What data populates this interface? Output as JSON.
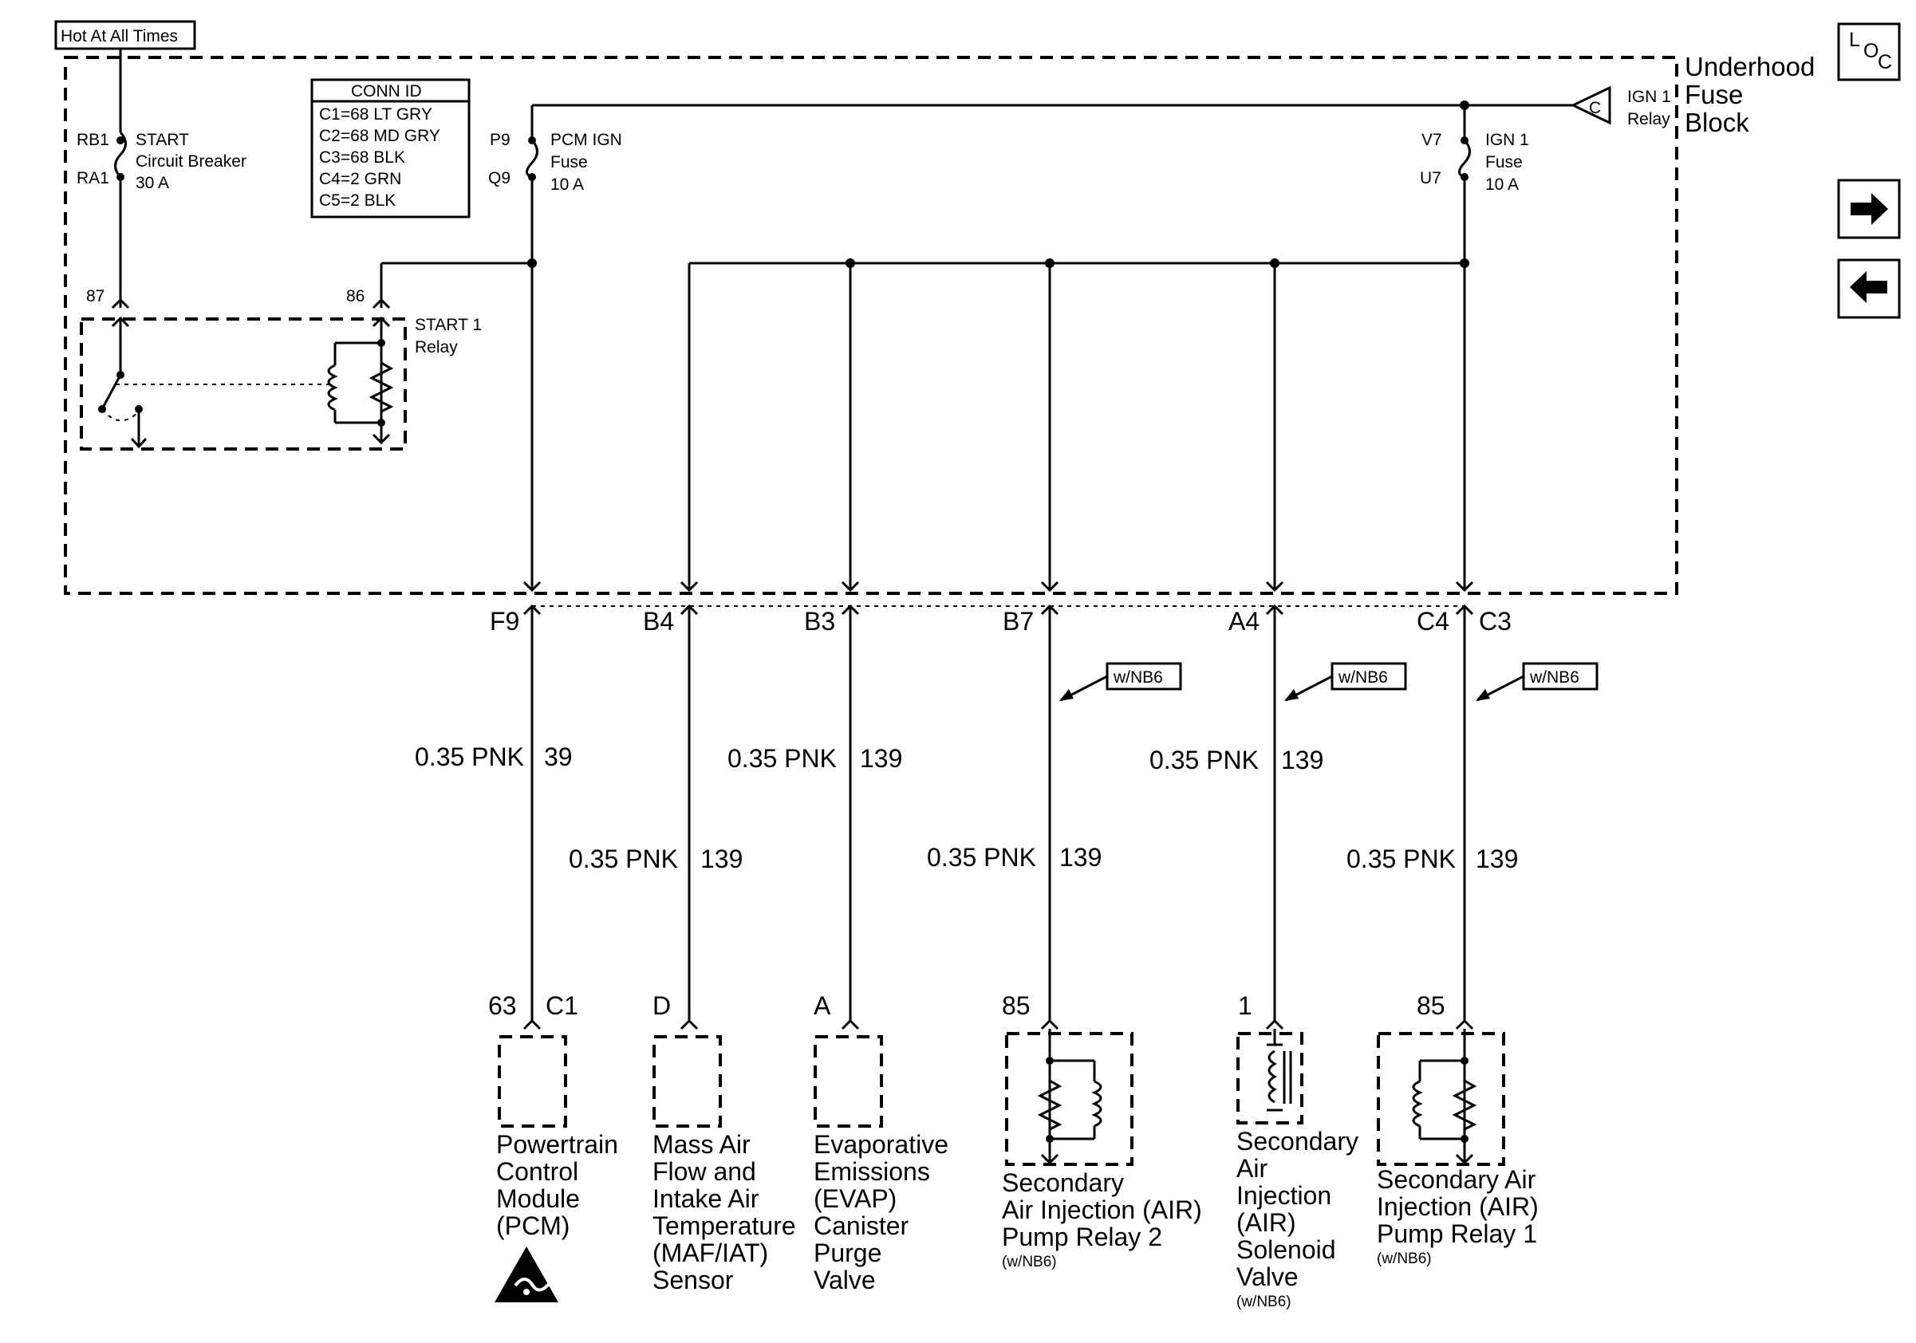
{
  "header": {
    "hot_label": "Hot At All Times",
    "loc_label_l": "L",
    "loc_label_o": "O",
    "loc_label_c": "C",
    "next_icon": "arrow-right-icon",
    "prev_icon": "arrow-left-icon"
  },
  "fuse_block": {
    "title_line1": "Underhood",
    "title_line2": "Fuse",
    "title_line3": "Block"
  },
  "conn_id": {
    "title": "CONN ID",
    "rows": [
      "C1=68 LT GRY",
      "C2=68 MD GRY",
      "C3=68 BLK",
      "C4=2 GRN",
      "C5=2 BLK"
    ]
  },
  "start_breaker": {
    "pin_top": "RB1",
    "pin_bottom": "RA1",
    "label_line1": "START",
    "label_line2": "Circuit Breaker",
    "label_line3": "30 A"
  },
  "pcm_fuse": {
    "pin_top": "P9",
    "pin_bottom": "Q9",
    "label_line1": "PCM IGN",
    "label_line2": "Fuse",
    "label_line3": "10 A"
  },
  "ign_fuse": {
    "pin_top": "V7",
    "pin_bottom": "U7",
    "label_line1": "IGN 1",
    "label_line2": "Fuse",
    "label_line3": "10 A"
  },
  "ign_relay": {
    "symbol": "C",
    "label_line1": "IGN 1",
    "label_line2": "Relay"
  },
  "start_relay": {
    "pin_87": "87",
    "pin_86": "86",
    "label_line1": "START 1",
    "label_line2": "Relay"
  },
  "connectors": [
    "F9",
    "B4",
    "B3",
    "B7",
    "A4",
    "C4",
    "C3"
  ],
  "wires": [
    {
      "color": "0.35 PNK",
      "circuit": "39"
    },
    {
      "color": "0.35 PNK",
      "circuit": "139"
    },
    {
      "color": "0.35 PNK",
      "circuit": "139"
    },
    {
      "color": "0.35 PNK",
      "circuit": "139"
    },
    {
      "color": "0.35 PNK",
      "circuit": "139"
    },
    {
      "color": "0.35 PNK",
      "circuit": "139"
    }
  ],
  "option_tag": "w/NB6",
  "components": [
    {
      "pin": "63",
      "conn": "C1",
      "lines": [
        "Powertrain",
        "Control",
        "Module",
        "(PCM)"
      ],
      "note": ""
    },
    {
      "pin": "D",
      "conn": "",
      "lines": [
        "Mass Air",
        "Flow and",
        "Intake Air",
        "Temperature",
        "(MAF/IAT)",
        "Sensor"
      ],
      "note": ""
    },
    {
      "pin": "A",
      "conn": "",
      "lines": [
        "Evaporative",
        "Emissions",
        "(EVAP)",
        "Canister",
        "Purge",
        "Valve"
      ],
      "note": ""
    },
    {
      "pin": "85",
      "conn": "",
      "lines": [
        "Secondary",
        "Air Injection (AIR)",
        "Pump Relay 2"
      ],
      "note": "(w/NB6)"
    },
    {
      "pin": "1",
      "conn": "",
      "lines": [
        "Secondary",
        "Air",
        "Injection",
        "(AIR)",
        "Solenoid",
        "Valve"
      ],
      "note": "(w/NB6)"
    },
    {
      "pin": "85",
      "conn": "",
      "lines": [
        "Secondary Air",
        "Injection (AIR)",
        "Pump Relay 1"
      ],
      "note": "(w/NB6)"
    }
  ],
  "esd_icon": "esd-warning-icon"
}
